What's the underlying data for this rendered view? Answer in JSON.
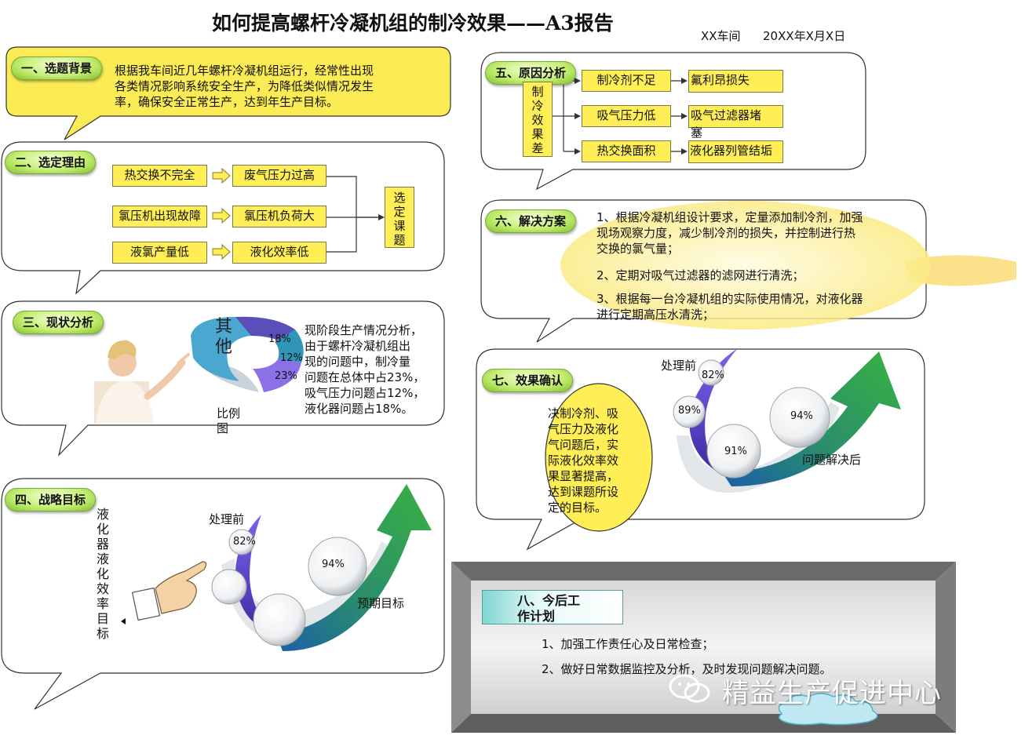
{
  "header": {
    "title": "如何提高螺杆冷凝机组的制冷效果——A3报告",
    "dept": "XX车间",
    "date": "20XX年X月X日"
  },
  "s1": {
    "label": "一、选题背景",
    "lines": [
      "根据我车间近几年螺杆冷凝机组运行，经常性出现",
      "各类情况影响系统安全生产，为降低类似情况发生",
      "率，确保安全正常生产，达到年生产目标。"
    ]
  },
  "s2": {
    "label": "二、选定理由",
    "causes": [
      "热交换不完全",
      "氯压机出现故障",
      "液氯产量低"
    ],
    "effects": [
      "废气压力过高",
      "氯压机负荷大",
      "液化效率低"
    ],
    "result_chars": [
      "选",
      "定",
      "课",
      "题"
    ]
  },
  "s3": {
    "label": "三、现状分析",
    "other_label": "其他",
    "pct_labels": [
      "18%",
      "12%",
      "23%"
    ],
    "caption_lines": [
      "比例",
      "图"
    ],
    "lines": [
      "现阶段生产情况分析，",
      "由于螺杆冷凝机组出",
      "现的问题中，制冷量",
      "问题在总体中占23%，",
      "吸气压力问题占12%，",
      "液化器问题占18%。"
    ]
  },
  "s4": {
    "label": "四、战略目标",
    "vertical_chars": [
      "液",
      "化",
      "器",
      "液",
      "化",
      "效",
      "率",
      "目",
      "标"
    ],
    "before_label": "处理前",
    "target_label": "预期目标",
    "values": [
      "82%",
      "94%"
    ]
  },
  "s5": {
    "label": "五、原因分析",
    "root_chars": [
      "制",
      "冷",
      "效",
      "果",
      "差"
    ],
    "causes": [
      "制冷剂不足",
      "吸气压力低",
      "热交换面积"
    ],
    "details": [
      [
        "氟利昂损失"
      ],
      [
        "吸气过滤器堵",
        "塞"
      ],
      [
        "液化器列管结垢"
      ]
    ]
  },
  "s6": {
    "label": "六、解决方案",
    "item1": [
      "1、根据冷凝机组设计要求，定量添加制冷剂，加强",
      "现场观察力度，减少制冷剂的损失，并控制进行热",
      "交换的氯气量；"
    ],
    "item2": [
      "2、定期对吸气过滤器的滤网进行清洗；"
    ],
    "item3": [
      "3、根据每一台冷凝机组的实际使用情况，对液化器",
      "进行定期高压水清洗；"
    ]
  },
  "s7": {
    "label": "七、效果确认",
    "lines": [
      "决制冷剂、吸",
      "气压力及液化",
      "气问题后，实",
      "际液化效率效",
      "果显著提高，",
      "达到课题所设",
      "定的目标。"
    ],
    "before_label": "处理前",
    "after_label": "问题解决后",
    "values": [
      "82%",
      "89%",
      "91%",
      "94%"
    ]
  },
  "s8": {
    "label_lines": [
      "八、今后工",
      "作计划"
    ],
    "items": [
      "1、加强工作责任心及日常检查；",
      "2、做好日常数据监控及分析，及时发现问题解决问题。"
    ]
  },
  "watermark": "精益生产促进中心",
  "colors": {
    "yellow_fill": "#ffee55",
    "bubble_yellow": "#fbeb54",
    "arrow_green": "#2a9a3a",
    "accent_purple": "#6a52d8",
    "donut_teal": "#3aa6c8"
  }
}
